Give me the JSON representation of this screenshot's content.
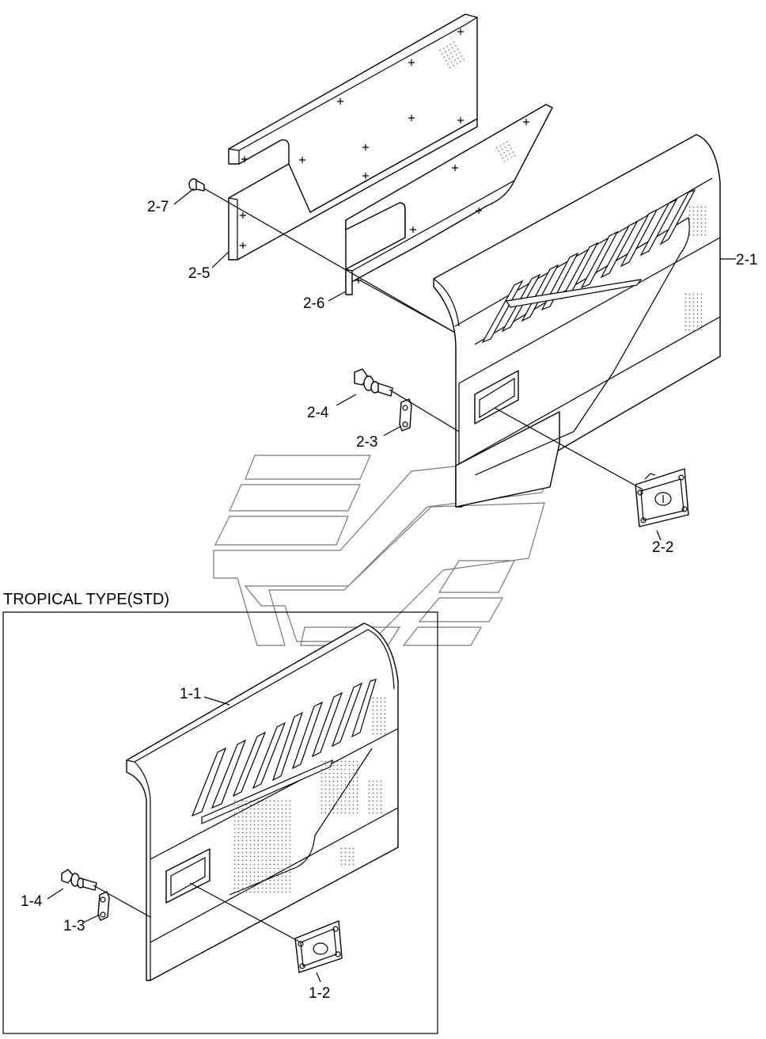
{
  "section_title": "TROPICAL TYPE(STD)",
  "callouts": {
    "p2_7": "2-7",
    "p2_5": "2-5",
    "p2_6": "2-6",
    "p2_1": "2-1",
    "p2_4": "2-4",
    "p2_3": "2-3",
    "p2_2": "2-2",
    "p1_1": "1-1",
    "p1_4": "1-4",
    "p1_3": "1-3",
    "p1_2": "1-2"
  }
}
